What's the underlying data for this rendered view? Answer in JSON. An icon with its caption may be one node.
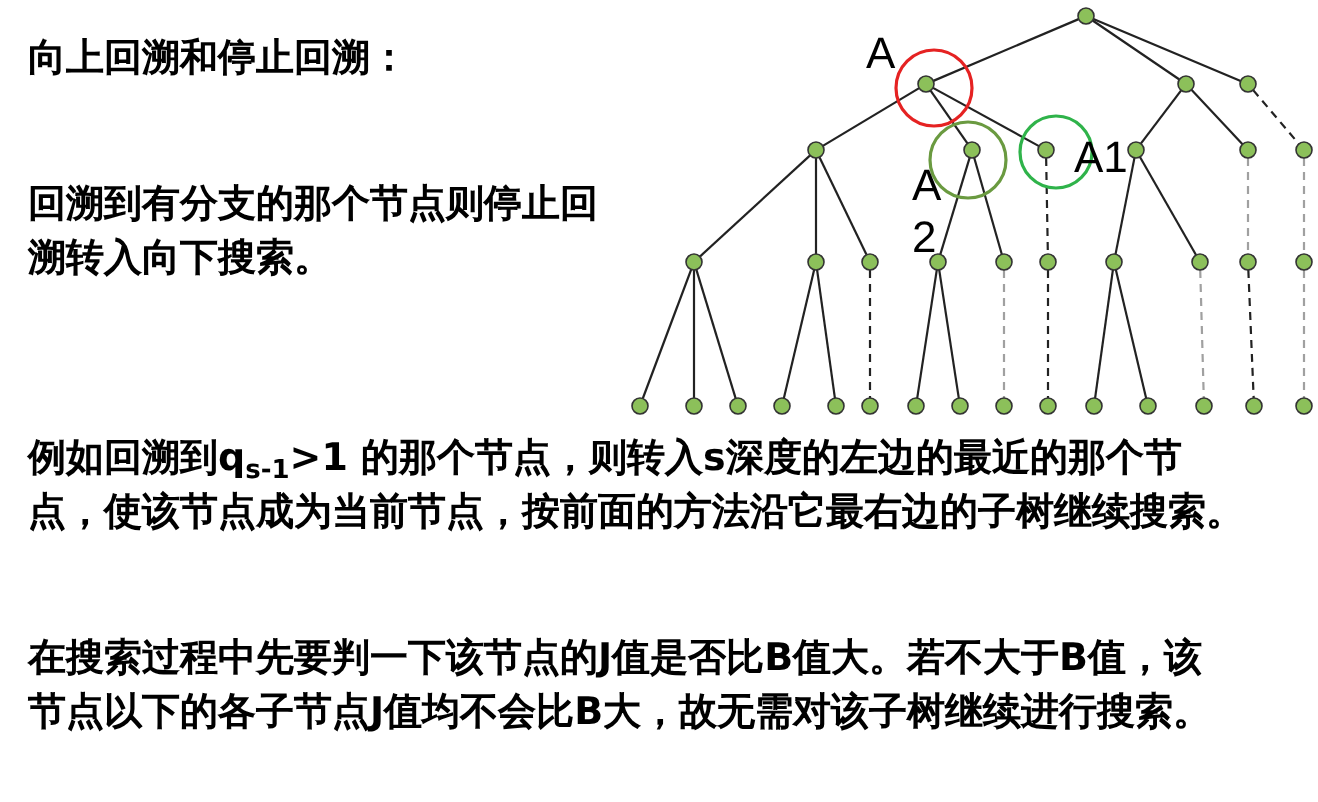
{
  "diagram": {
    "title": "向上回溯和停止回溯：",
    "nodes": [
      {
        "text": [],
        "shape": "circle"
      },
      {
        "text": [],
        "shape": "circle",
        "beside": [
          "A"
        ]
      },
      {
        "text": [],
        "shape": "circle"
      },
      {
        "text": [],
        "shape": "circle"
      },
      {
        "text": [],
        "shape": "circle"
      },
      {
        "text": [],
        "shape": "circle",
        "beside": [
          "A 2"
        ]
      },
      {
        "text": [],
        "shape": "circle",
        "beside": [
          "A1"
        ]
      },
      {
        "text": [],
        "shape": "circle"
      },
      {
        "text": [],
        "shape": "circle"
      },
      {
        "text": [],
        "shape": "circle"
      },
      {
        "text": [],
        "shape": "circle"
      },
      {
        "text": [],
        "shape": "circle"
      },
      {
        "text": [],
        "shape": "circle"
      },
      {
        "text": [],
        "shape": "circle"
      },
      {
        "text": [],
        "shape": "circle"
      },
      {
        "text": [],
        "shape": "circle"
      },
      {
        "text": [],
        "shape": "circle"
      },
      {
        "text": [],
        "shape": "circle"
      },
      {
        "text": [],
        "shape": "circle"
      },
      {
        "text": [],
        "shape": "circle"
      },
      {
        "text": [],
        "shape": "circle"
      },
      {
        "text": [],
        "shape": "circle"
      },
      {
        "text": [],
        "shape": "circle"
      },
      {
        "text": [],
        "shape": "circle"
      },
      {
        "text": [],
        "shape": "circle"
      },
      {
        "text": [],
        "shape": "circle"
      },
      {
        "text": [],
        "shape": "circle"
      },
      {
        "text": [],
        "shape": "circle"
      },
      {
        "text": [],
        "shape": "circle"
      },
      {
        "text": [],
        "shape": "circle"
      },
      {
        "text": [],
        "shape": "circle"
      },
      {
        "text": [],
        "shape": "circle"
      },
      {
        "text": [],
        "shape": "circle"
      },
      {
        "text": [],
        "shape": "circle"
      },
      {
        "text": [],
        "shape": "circle"
      }
    ],
    "edges": [
      {
        "from": 0,
        "to": 1,
        "arrow": "none"
      },
      {
        "from": 0,
        "to": 2,
        "arrow": "none"
      },
      {
        "from": 0,
        "to": 3,
        "arrow": "none"
      },
      {
        "from": 1,
        "to": 4,
        "arrow": "none"
      },
      {
        "from": 1,
        "to": 5,
        "arrow": "none"
      },
      {
        "from": 1,
        "to": 6,
        "arrow": "none"
      },
      {
        "from": 2,
        "to": 7,
        "arrow": "none"
      },
      {
        "from": 2,
        "to": 8,
        "arrow": "none"
      },
      {
        "from": 3,
        "to": 9,
        "arrow": "none",
        "style": "dashed"
      },
      {
        "from": 4,
        "to": 10,
        "arrow": "none"
      },
      {
        "from": 4,
        "to": 11,
        "arrow": "none"
      },
      {
        "from": 4,
        "to": 12,
        "arrow": "none"
      },
      {
        "from": 5,
        "to": 13,
        "arrow": "none"
      },
      {
        "from": 5,
        "to": 14,
        "arrow": "none"
      },
      {
        "from": 6,
        "to": 15,
        "arrow": "none",
        "style": "dashed"
      },
      {
        "from": 7,
        "to": 16,
        "arrow": "none"
      },
      {
        "from": 7,
        "to": 17,
        "arrow": "none"
      },
      {
        "from": 8,
        "to": 18,
        "arrow": "none",
        "style": "dashed",
        "color": "#a0a0a0"
      },
      {
        "from": 9,
        "to": 19,
        "arrow": "none",
        "style": "dashed",
        "color": "#a0a0a0"
      },
      {
        "from": 10,
        "to": 20,
        "arrow": "none"
      },
      {
        "from": 10,
        "to": 21,
        "arrow": "none"
      },
      {
        "from": 10,
        "to": 22,
        "arrow": "none"
      },
      {
        "from": 11,
        "to": 23,
        "arrow": "none"
      },
      {
        "from": 11,
        "to": 24,
        "arrow": "none"
      },
      {
        "from": 12,
        "to": 25,
        "arrow": "none",
        "style": "dashed"
      },
      {
        "from": 13,
        "to": 26,
        "arrow": "none"
      },
      {
        "from": 13,
        "to": 27,
        "arrow": "none"
      },
      {
        "from": 14,
        "to": 28,
        "arrow": "none",
        "style": "dashed",
        "color": "#a0a0a0"
      },
      {
        "from": 15,
        "to": 29,
        "arrow": "none",
        "style": "dashed"
      },
      {
        "from": 16,
        "to": 30,
        "arrow": "none"
      },
      {
        "from": 16,
        "to": 31,
        "arrow": "none"
      },
      {
        "from": 17,
        "to": 32,
        "arrow": "none",
        "style": "dashed",
        "color": "#a0a0a0"
      },
      {
        "from": 18,
        "to": 33,
        "arrow": "none",
        "style": "dashed"
      },
      {
        "from": 19,
        "to": 34,
        "arrow": "none",
        "style": "dashed",
        "color": "#a0a0a0"
      }
    ],
    "labels": [
      "回溯到有分支的那个节点则停止回溯转入向下搜索。",
      "例如回溯到q$_{s-1}$>1 的那个节点，则转入s深度的左边的最近的那个节点，使该节点成为当前节点，按前面的方法沿它最右边的子树继续搜索。",
      "在搜索过程中先要判一下该节点的J值是否比B值大。若不大于B值，该节点以下的各子节点J值均不会比B大，故无需对该子树继续进行搜索。"
    ]
  }
}
